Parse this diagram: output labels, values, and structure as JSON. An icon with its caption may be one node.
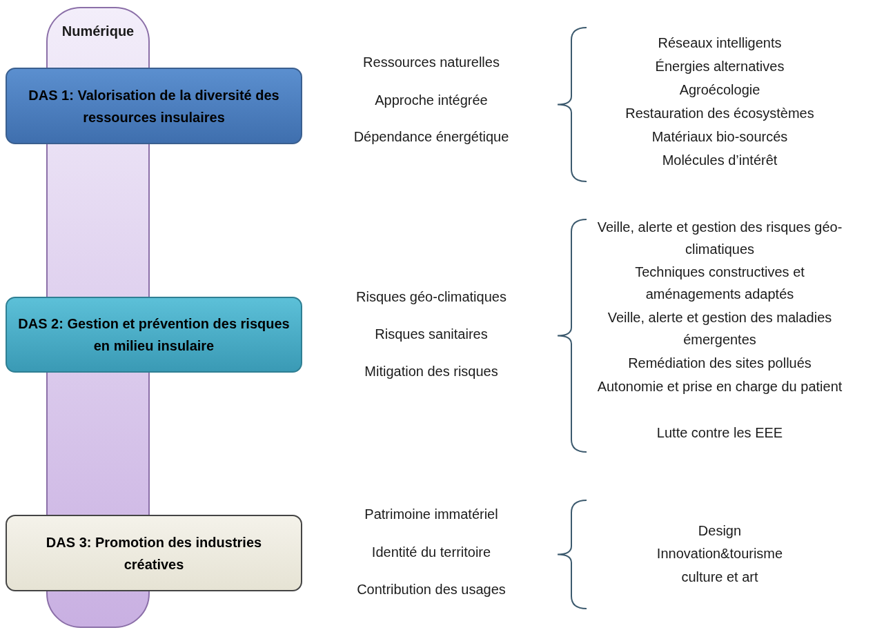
{
  "diagram": {
    "nodes": [
      {
        "text": [
          "Numérique"
        ]
      },
      {
        "text": [
          "DAS 1: Valorisation de la diversité des ressources insulaires"
        ]
      },
      {
        "text": [
          "DAS 2: Gestion et prévention des risques en milieu insulaire"
        ]
      },
      {
        "text": [
          "DAS 3: Promotion des industries créatives"
        ]
      }
    ],
    "labels": [
      "Ressources naturelles",
      "Approche intégrée",
      "Dépendance énergétique",
      "Réseaux intelligents",
      "Énergies alternatives",
      "Agroécologie",
      "Restauration des écosystèmes",
      "Matériaux bio-sourcés",
      "Molécules d’intérêt",
      "Risques géo-climatiques",
      "Risques sanitaires",
      "Mitigation des risques",
      "Veille, alerte et gestion des risques géo-climatiques",
      "Techniques constructives et aménagements adaptés",
      "Veille, alerte et gestion des maladies émergentes",
      "Remédiation des sites pollués",
      "Autonomie et prise en charge du patient",
      "Lutte contre les EEE",
      "Patrimoine immatériel",
      "Identité du territoire",
      "Contribution des usages",
      "Design",
      "Innovation&tourisme",
      "culture et art"
    ]
  }
}
